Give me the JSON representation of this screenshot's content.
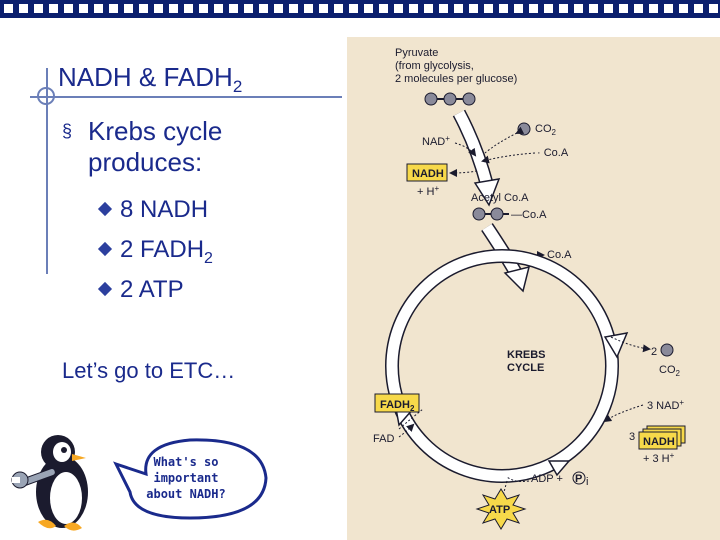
{
  "slide": {
    "title_main": "NADH & FADH",
    "title_sub": "2",
    "bullet_text": "Krebs cycle produces:",
    "bullet_marker": "§",
    "sub_bullets": [
      {
        "text": "8 NADH",
        "sub": ""
      },
      {
        "text": "2 FADH",
        "sub": "2"
      },
      {
        "text": "2 ATP",
        "sub": ""
      }
    ],
    "etc_text": "Let’s go to ETC…",
    "bubble_lines": [
      "What's so",
      "important",
      "about NADH?"
    ]
  },
  "diagram": {
    "pyruvate_lines": [
      "Pyruvate",
      "(from glycolysis,",
      "2 molecules per glucose)"
    ],
    "co2_top": "CO",
    "co2_top_sub": "2",
    "nad_plus": "NAD",
    "nad_plus_sup": "+",
    "coa_top": "· Co.A",
    "nadh_top": "NADH",
    "hplus_top": "+ H",
    "hplus_top_sup": "+",
    "acetyl_coa": "Acetyl Co.A",
    "coa_bound": "Co.A",
    "coa_release": "Co.A",
    "krebs": "KREBS",
    "cycle": "CYCLE",
    "two_co2_num": "2",
    "two_co2": "CO",
    "two_co2_sub": "2",
    "fadh2": "FADH",
    "fadh2_sub": "2",
    "fad": "FAD",
    "three_nad": "3 NAD",
    "three_nad_sup": "+",
    "three": "3",
    "nadh_box": "NADH",
    "three_h": "+ 3 H",
    "three_h_sup": "+",
    "adp": "ADP +",
    "pi": "P",
    "pi_sub": "i",
    "atp": "ATP"
  },
  "colors": {
    "topbar": "#0b1f6e",
    "slide_text": "#1a2a8c",
    "diagram_bg": "#f1e5cf",
    "highlight_box": "#f7d94a",
    "atp_star": "#f7d94a"
  },
  "icons": [
    "penguin-icon",
    "wrench-icon",
    "speech-bubble-icon",
    "bullet-diamond-icon",
    "molecule-icon",
    "arrow-icon",
    "atp-star-icon"
  ]
}
